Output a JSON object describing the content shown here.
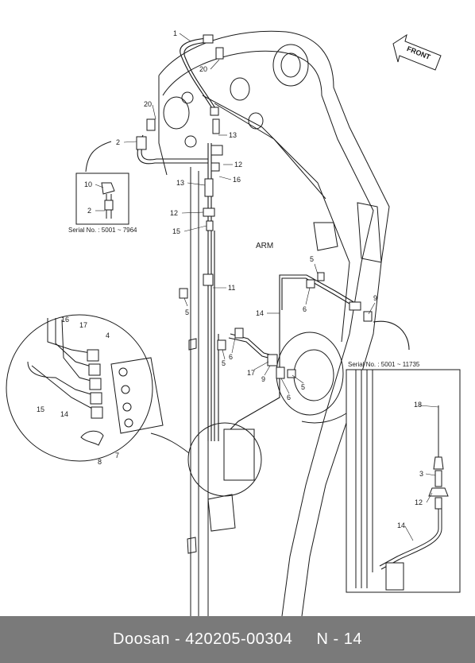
{
  "diagram": {
    "arm_label": "ARM",
    "front_label": "FRONT",
    "inset_top_serial": "Serial No. : 5001 ~ 7964",
    "inset_right_serial": "Serial No. : 5001 ~ 11735",
    "callouts": {
      "c1": "1",
      "c20a": "20",
      "c20b": "20",
      "c2a": "2",
      "c13a": "13",
      "c12a": "12",
      "c16a": "16",
      "c13b": "13",
      "c12b": "12",
      "c15a": "15",
      "c5a": "5",
      "c11": "11",
      "c5b": "5",
      "c6a": "6",
      "c9a": "9",
      "c14a": "14",
      "c5c": "5",
      "c6b": "6",
      "c17a": "17",
      "c9b": "9",
      "c5d": "5",
      "c6c": "6",
      "c10": "10",
      "c2b": "2",
      "c16b": "16",
      "c17b": "17",
      "c4": "4",
      "c15b": "15",
      "c14b": "14",
      "c8": "8",
      "c7": "7",
      "c18": "18",
      "c3": "3",
      "c12c": "12",
      "c14c": "14"
    }
  },
  "footer": {
    "text": "Doosan - 420205-00304     N - 14"
  }
}
